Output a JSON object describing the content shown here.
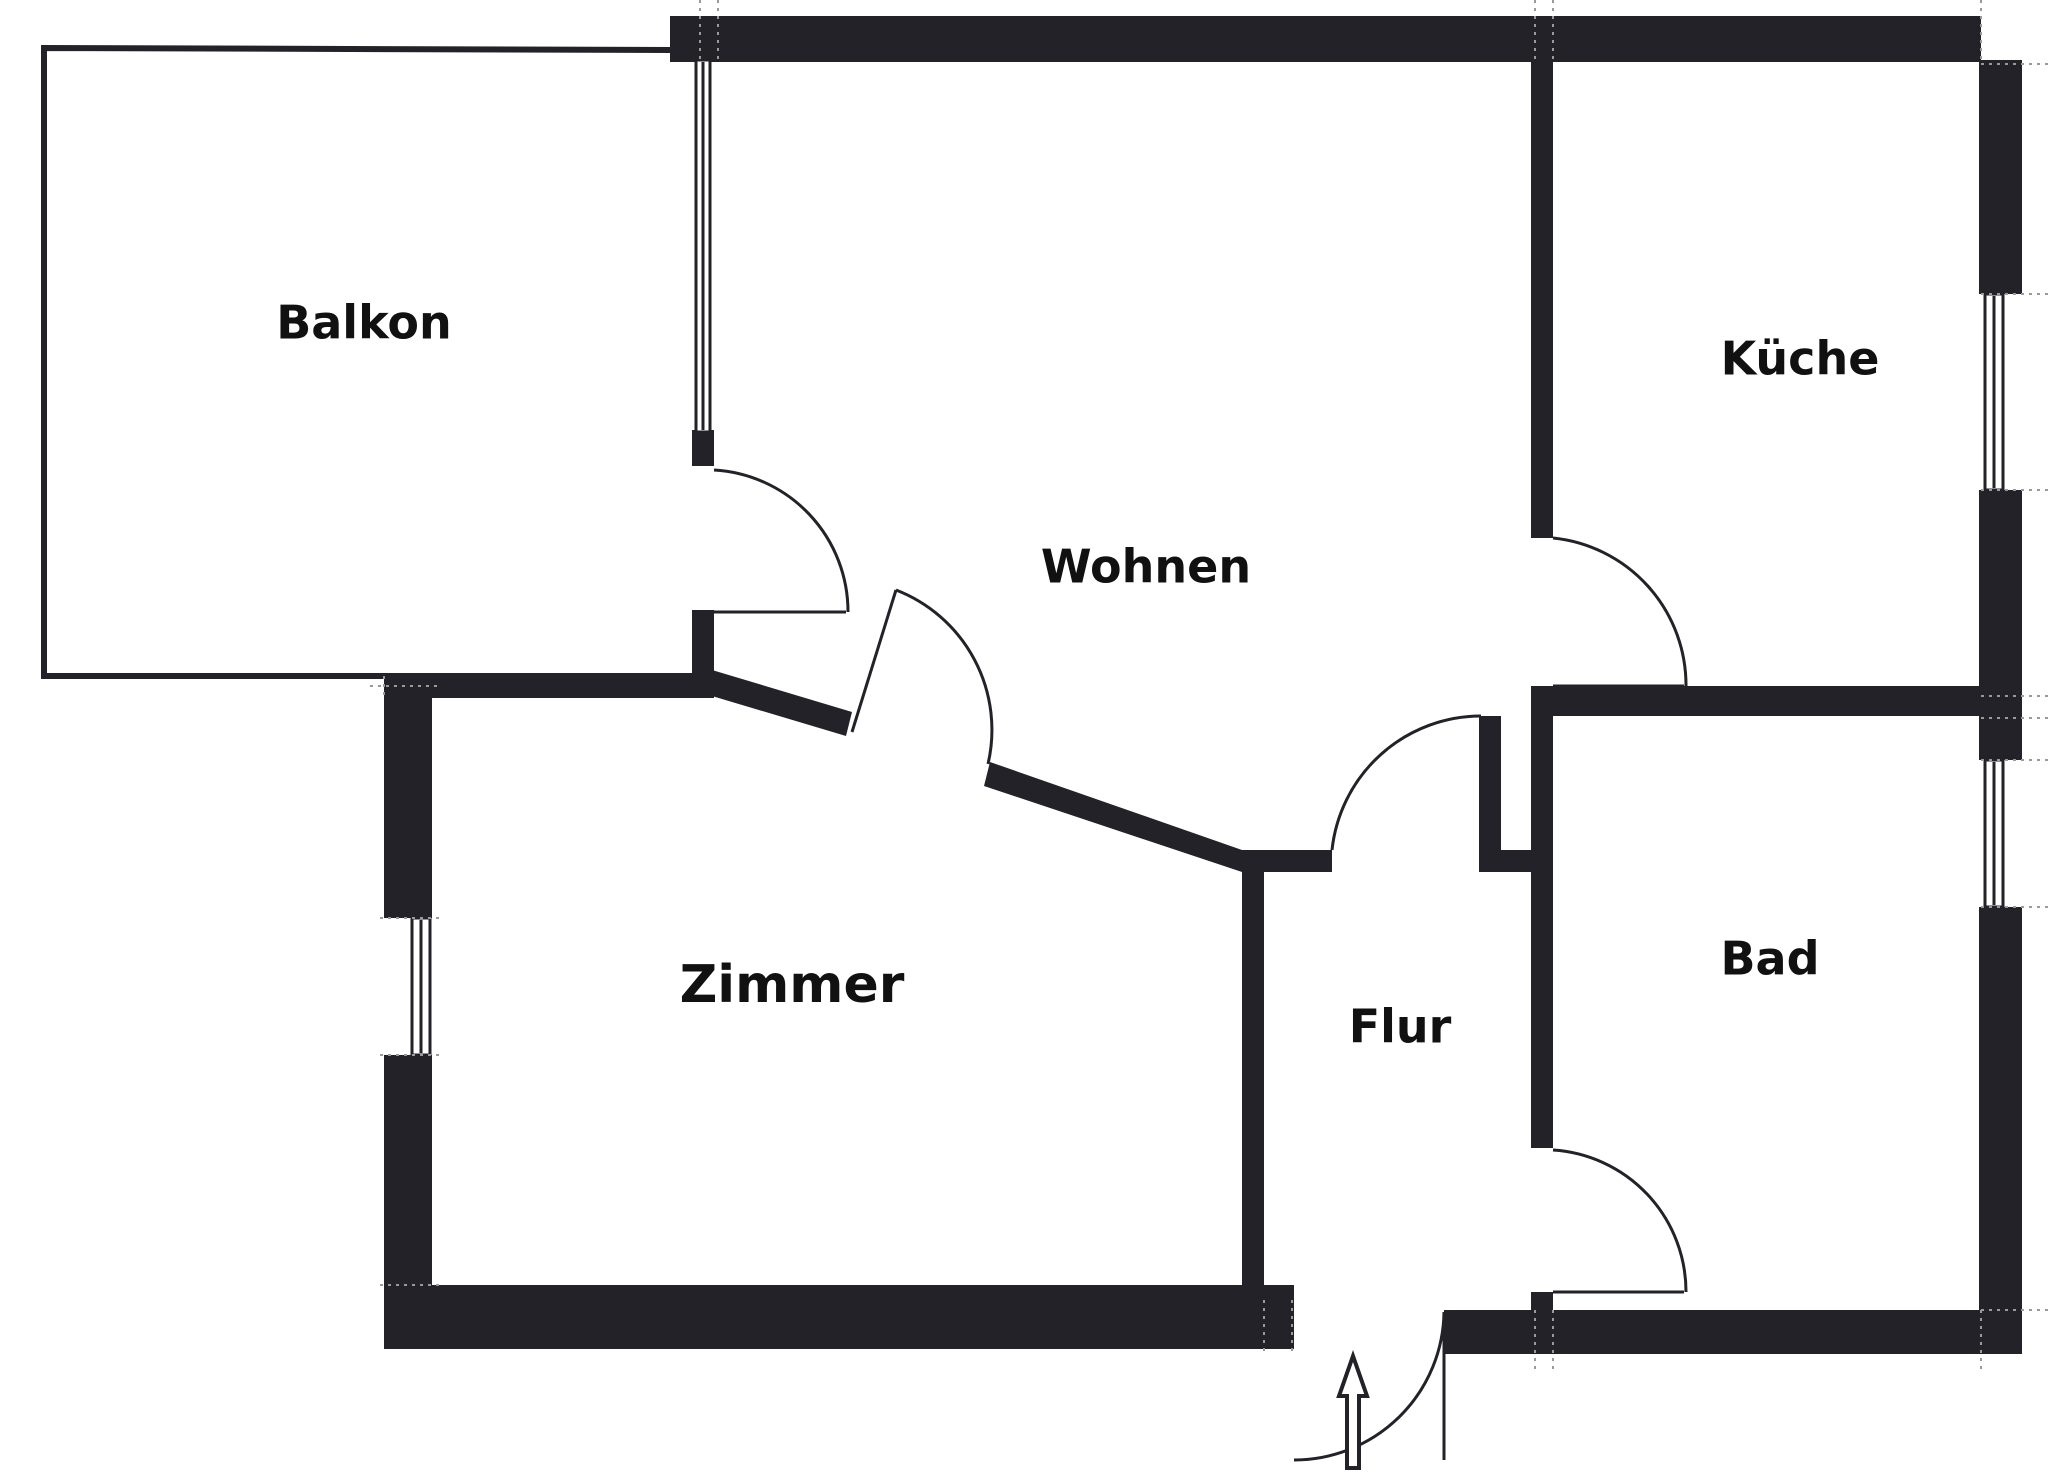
{
  "floor_plan": {
    "rooms": [
      {
        "id": "balkon",
        "label": "Balkon"
      },
      {
        "id": "wohnen",
        "label": "Wohnen"
      },
      {
        "id": "kueche",
        "label": "Küche"
      },
      {
        "id": "zimmer",
        "label": "Zimmer"
      },
      {
        "id": "flur",
        "label": "Flur"
      },
      {
        "id": "bad",
        "label": "Bad"
      }
    ],
    "entrance_arrow": "arrow-up-icon",
    "colors": {
      "wall": "#222228",
      "background": "#ffffff"
    }
  }
}
